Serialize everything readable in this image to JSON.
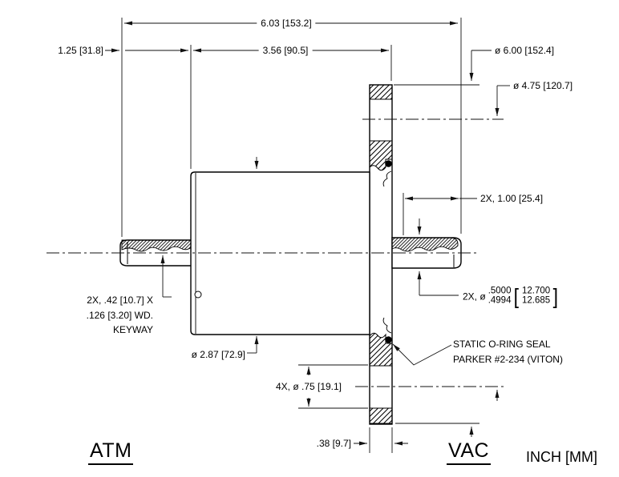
{
  "drawing": {
    "units_label": "INCH [MM]",
    "side_labels": {
      "left": "ATM",
      "right": "VAC"
    },
    "dimensions": {
      "overall_length": "6.03 [153.2]",
      "body_length": "3.56 [90.5]",
      "left_shaft_length": "1.25 [31.8]",
      "flange_od": "ø 6.00 [152.4]",
      "bolt_circle_dia": "ø 4.75 [120.7]",
      "shaft_extension": "2X, 1.00 [25.4]",
      "body_dia": "ø 2.87 [72.9]",
      "bolt_holes": "4X, ø .75 [19.1]",
      "flange_thickness": ".38 [9.7]"
    },
    "shaft_dia": {
      "prefix": "2X, ø",
      "inch_upper": ".5000",
      "inch_lower": ".4994",
      "open_bracket": "[",
      "mm_upper": "12.700",
      "mm_lower": "12.685",
      "close_bracket": "]"
    },
    "notes": {
      "keyway_line1": "2X, .42 [10.7] X",
      "keyway_line2": ".126 [3.20] WD.",
      "keyway_line3": "KEYWAY",
      "oring_line1": "STATIC O-RING SEAL",
      "oring_line2": "PARKER #2-234 (VITON)"
    },
    "colors": {
      "line": "#000000",
      "background": "#ffffff"
    }
  }
}
